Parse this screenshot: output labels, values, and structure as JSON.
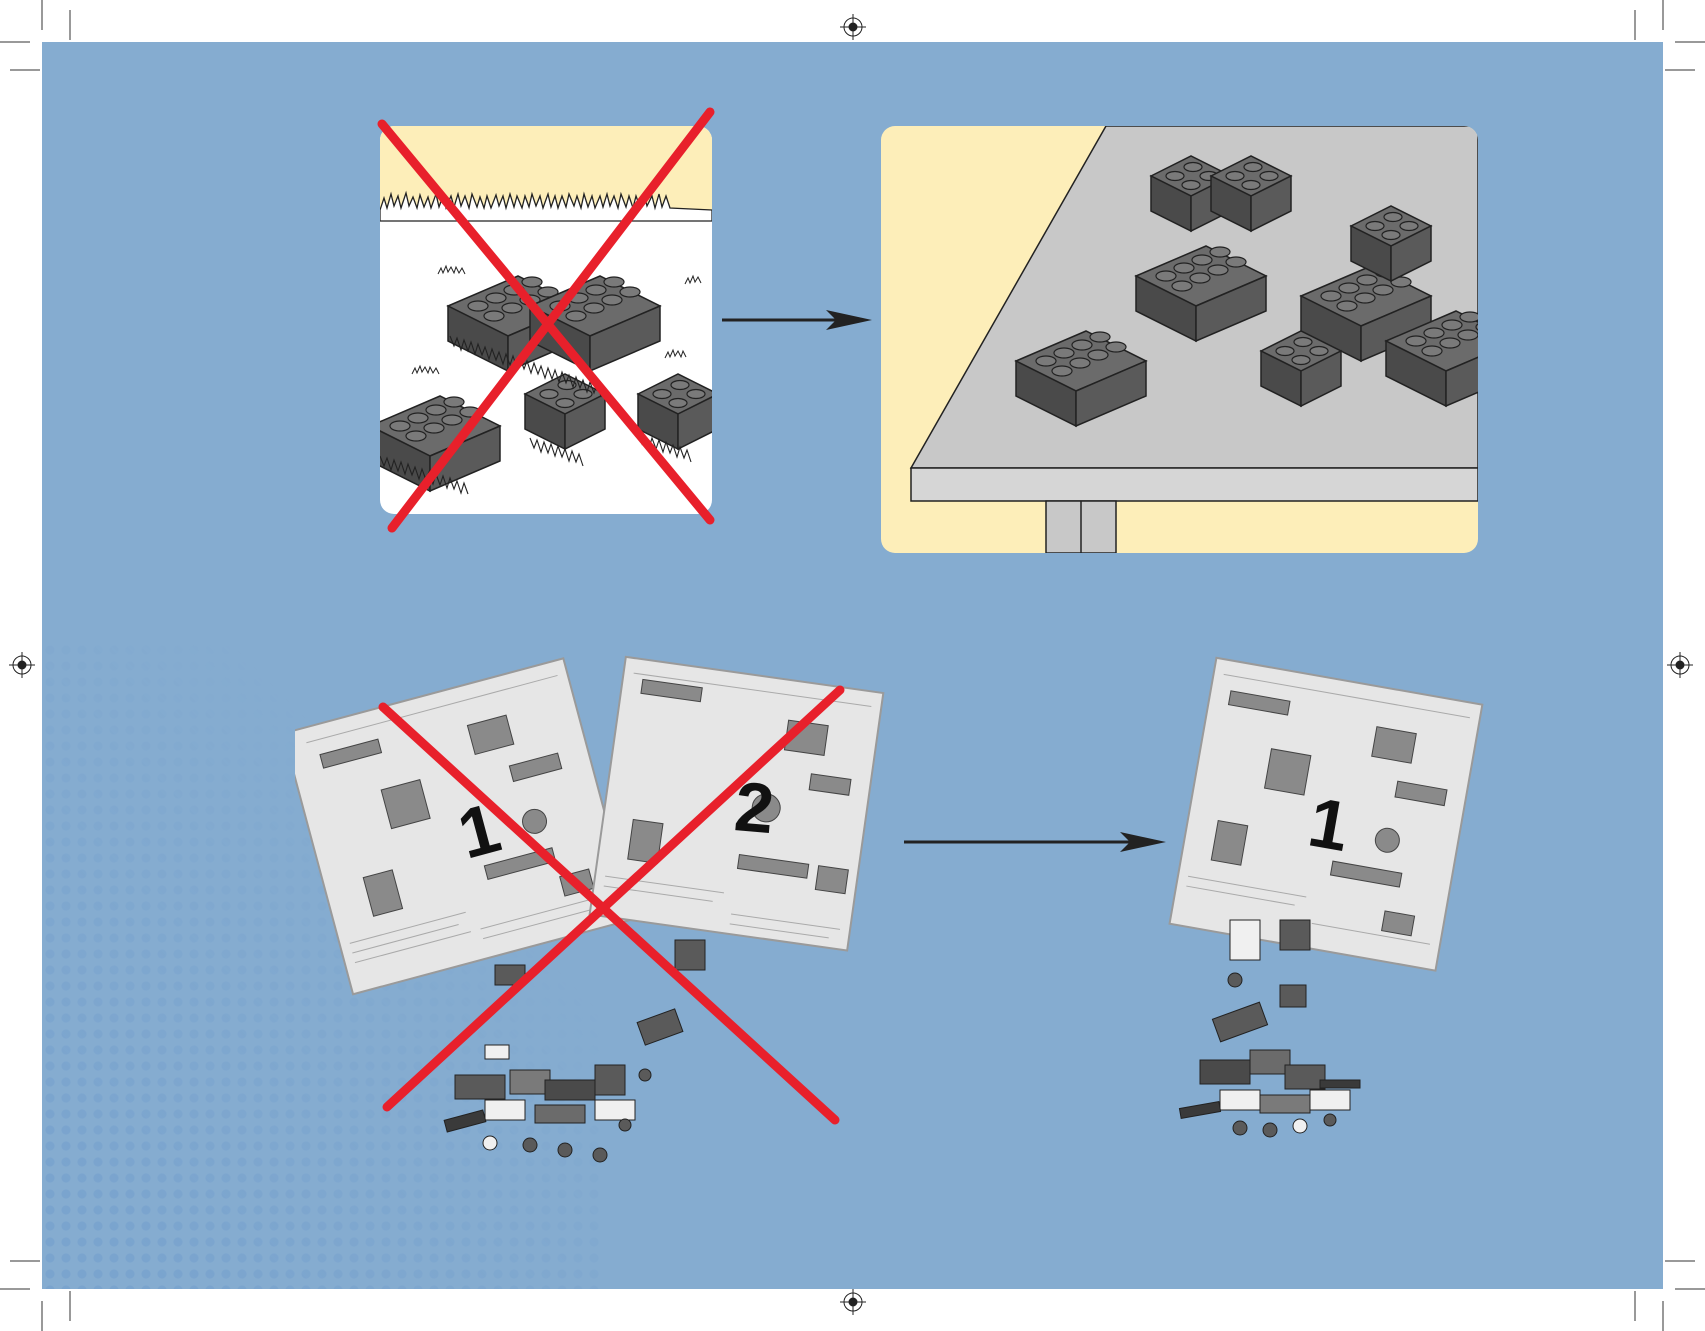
{
  "page": {
    "background_color": "#85acd0",
    "panel_sand_color": "#fdeeb9",
    "table_color": "#c8c8c8",
    "cross_color": "#e8202b",
    "brick_color": "#5a5a5a"
  },
  "top_row": {
    "wrong_scene": "bricks-in-grass",
    "right_scene": "bricks-on-table"
  },
  "bottom_row": {
    "bag_labels": {
      "first": "1",
      "second": "2",
      "single": "1"
    }
  }
}
